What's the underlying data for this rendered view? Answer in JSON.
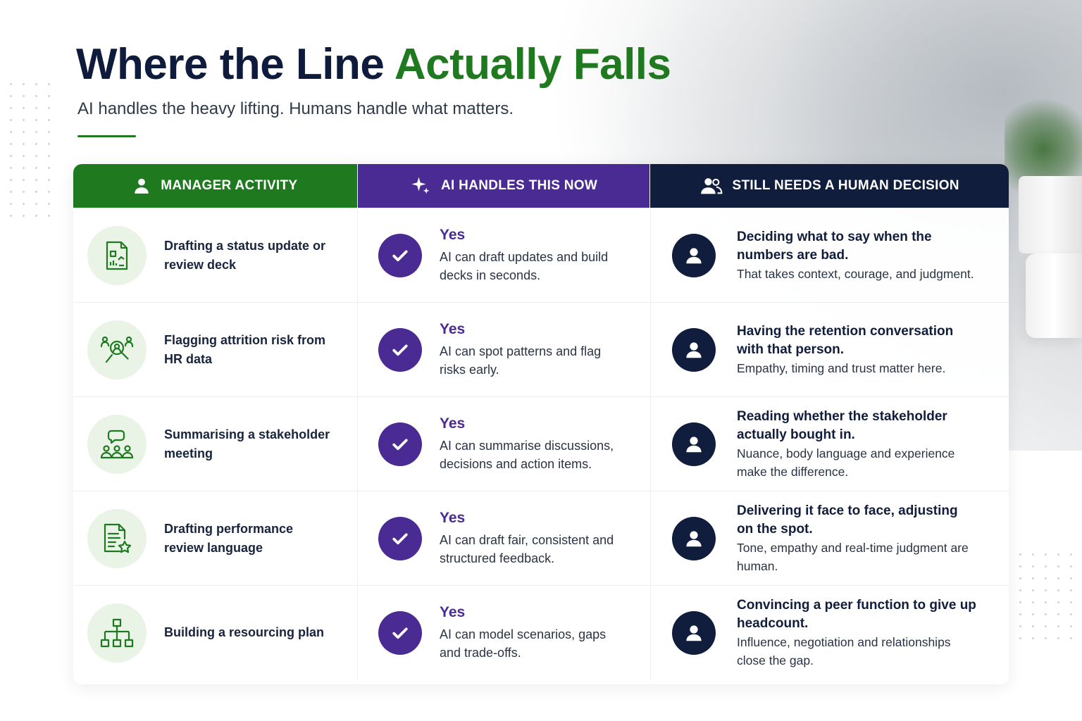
{
  "header": {
    "title_main": "Where the Line ",
    "title_accent": "Actually Falls",
    "subtitle": "AI handles the heavy lifting. Humans handle what matters."
  },
  "columns": {
    "activity": {
      "label": "MANAGER ACTIVITY",
      "icon": "person-icon"
    },
    "ai": {
      "label": "AI HANDLES THIS NOW",
      "icon": "sparkle-icon"
    },
    "human": {
      "label": "STILL NEEDS A HUMAN DECISION",
      "icon": "people-icon"
    }
  },
  "rows": [
    {
      "activity": "Drafting a status update or review deck",
      "activity_icon": "document-chart-icon",
      "ai_status": "Yes",
      "ai_desc": "AI can draft updates and build decks in seconds.",
      "human_head": "Deciding what to say when the numbers are bad.",
      "human_desc": "That takes context, courage, and judgment."
    },
    {
      "activity": "Flagging attrition risk from HR data",
      "activity_icon": "people-magnifier-icon",
      "ai_status": "Yes",
      "ai_desc": "AI can spot patterns and flag risks early.",
      "human_head": "Having the retention conversation with that person.",
      "human_desc": "Empathy, timing and trust matter here."
    },
    {
      "activity": "Summarising a stakeholder meeting",
      "activity_icon": "group-chat-icon",
      "ai_status": "Yes",
      "ai_desc": "AI can summarise discussions, decisions and action items.",
      "human_head": "Reading whether the stakeholder actually bought in.",
      "human_desc": "Nuance, body language and experience make the difference."
    },
    {
      "activity": "Drafting performance review language",
      "activity_icon": "document-star-icon",
      "ai_status": "Yes",
      "ai_desc": "AI can draft fair, consistent and structured feedback.",
      "human_head": "Delivering it face to face, adjusting on the spot.",
      "human_desc": "Tone, empathy and real-time judgment are human."
    },
    {
      "activity": "Building a resourcing plan",
      "activity_icon": "org-chart-icon",
      "ai_status": "Yes",
      "ai_desc": "AI can model scenarios, gaps and trade-offs.",
      "human_head": "Convincing a peer function to give up headcount.",
      "human_desc": "Influence, negotiation and relationships close the gap."
    }
  ],
  "colors": {
    "green": "#1f7a1f",
    "purple": "#4a2a93",
    "navy": "#111d3c"
  }
}
